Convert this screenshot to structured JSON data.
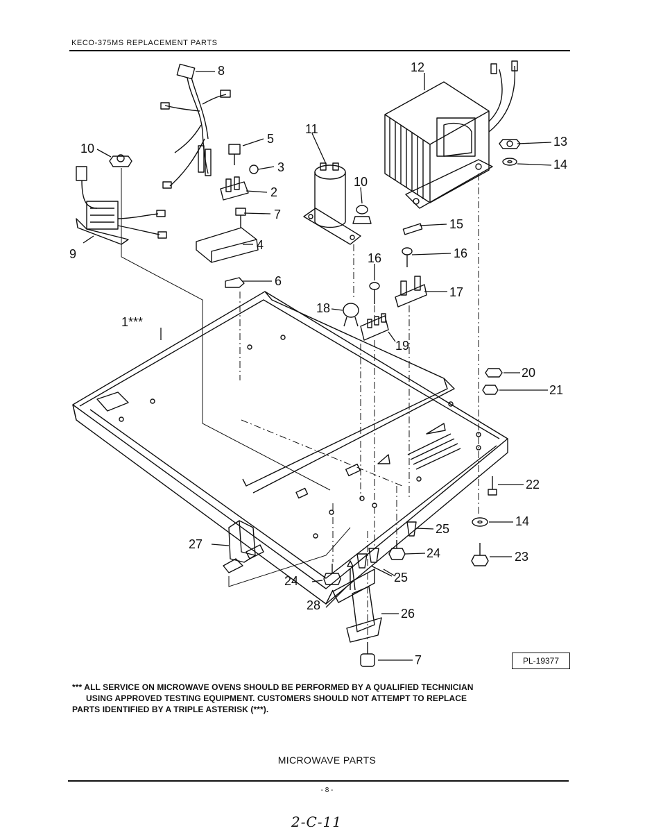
{
  "header": {
    "title": "KECO-375MS REPLACEMENT PARTS"
  },
  "diagram": {
    "plate_label": "PL-19377",
    "callouts": [
      "1***",
      "2",
      "3",
      "4",
      "5",
      "6",
      "7",
      "8",
      "9",
      "10",
      "10",
      "11",
      "12",
      "13",
      "14",
      "14",
      "15",
      "16",
      "16",
      "17",
      "18",
      "19",
      "20",
      "21",
      "22",
      "23",
      "24",
      "24",
      "25",
      "25",
      "26",
      "27",
      "28",
      "7"
    ]
  },
  "notice": {
    "line1": "*** ALL SERVICE ON MICROWAVE OVENS SHOULD BE PERFORMED BY A QUALIFIED TECHNICIAN",
    "line2": "USING APPROVED TESTING EQUIPMENT. CUSTOMERS SHOULD NOT ATTEMPT TO REPLACE",
    "line3": "PARTS IDENTIFIED BY A TRIPLE ASTERISK (***)."
  },
  "section_title": "MICROWAVE PARTS",
  "page_number": "- 8 -",
  "handwritten_note": "2-C-11"
}
